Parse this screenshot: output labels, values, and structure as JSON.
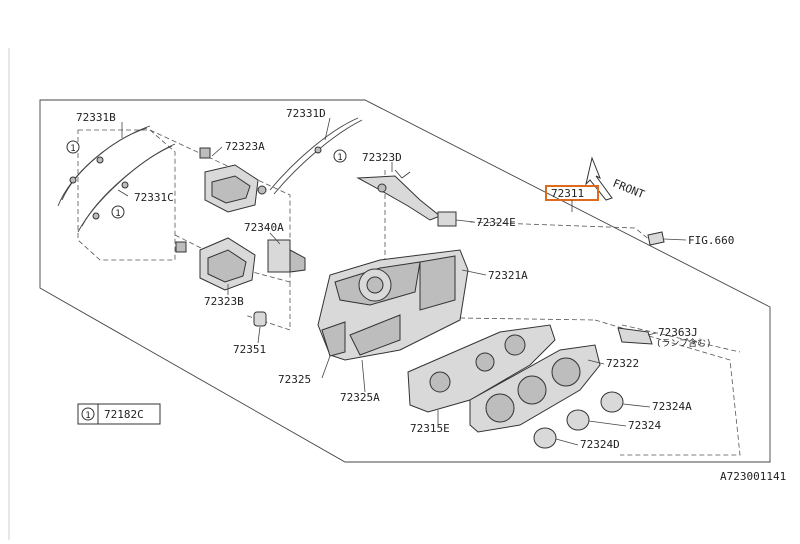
{
  "diagram": {
    "figure_code": "A723001141",
    "front_label": "FRONT",
    "fig_ref": "FIG.660",
    "highlighted_part": "72311",
    "legend": {
      "marker": "1",
      "part": "72182C"
    },
    "callout_marker": "1",
    "parts": [
      {
        "id": "p-72331b",
        "label": "72331B"
      },
      {
        "id": "p-72331d",
        "label": "72331D"
      },
      {
        "id": "p-72323a",
        "label": "72323A"
      },
      {
        "id": "p-72323d",
        "label": "72323D"
      },
      {
        "id": "p-72331c",
        "label": "72331C"
      },
      {
        "id": "p-72324e",
        "label": "72324E"
      },
      {
        "id": "p-72340a",
        "label": "72340A"
      },
      {
        "id": "p-72321a",
        "label": "72321A"
      },
      {
        "id": "p-72323b",
        "label": "72323B"
      },
      {
        "id": "p-72351",
        "label": "72351"
      },
      {
        "id": "p-72363j",
        "label": "72363J"
      },
      {
        "id": "p-72322",
        "label": "72322"
      },
      {
        "id": "p-72325",
        "label": "72325"
      },
      {
        "id": "p-72325a",
        "label": "72325A"
      },
      {
        "id": "p-72324a",
        "label": "72324A"
      },
      {
        "id": "p-72315e",
        "label": "72315E"
      },
      {
        "id": "p-72324",
        "label": "72324"
      },
      {
        "id": "p-72324d",
        "label": "72324D"
      }
    ],
    "note_72363j": "(ランプ含む)"
  }
}
